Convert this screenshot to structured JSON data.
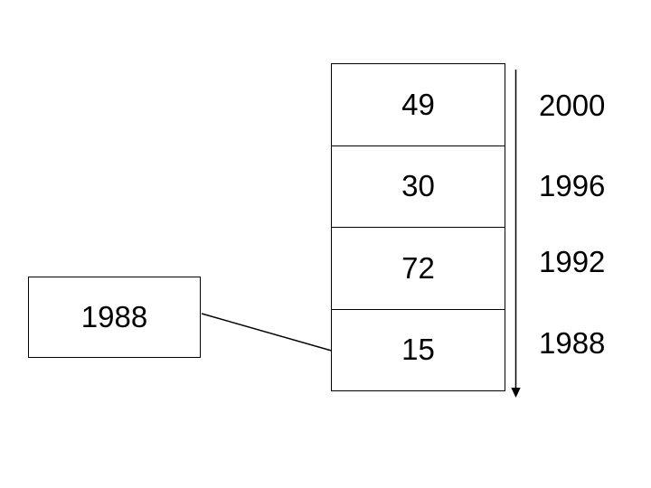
{
  "stack": {
    "cells": [
      {
        "value": "49",
        "year": "2000"
      },
      {
        "value": "30",
        "year": "1996"
      },
      {
        "value": "72",
        "year": "1992"
      },
      {
        "value": "15",
        "year": "1988"
      }
    ]
  },
  "pointer_box": {
    "label": "1988"
  },
  "colors": {
    "background": "#ffffff",
    "line": "#000000",
    "text": "#000000"
  }
}
